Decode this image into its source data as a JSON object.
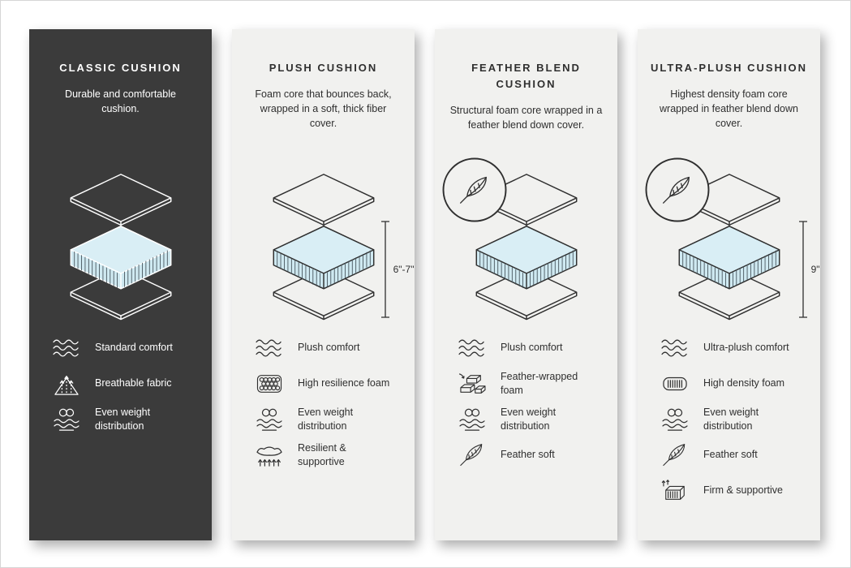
{
  "colors": {
    "dark_card": "#3b3b3b",
    "light_card": "#f1f1ef",
    "foam_blue": "#cfe9f1",
    "foam_top_blue": "#d9eef5",
    "hatch": "#44525a",
    "text_dark": "#2f2f2f",
    "text_light": "#ffffff"
  },
  "cards": [
    {
      "id": "classic",
      "theme": "dark",
      "title": "CLASSIC CUSHION",
      "description": "Durable and comfortable cushion.",
      "badge": null,
      "dimension": null,
      "features": [
        {
          "icon": "waves-icon",
          "label": "Standard comfort"
        },
        {
          "icon": "breathable-fabric-icon",
          "label": "Breathable fabric"
        },
        {
          "icon": "weight-distribution-icon",
          "label": "Even weight distribution"
        }
      ]
    },
    {
      "id": "plush",
      "theme": "light",
      "title": "PLUSH CUSHION",
      "description": "Foam core that bounces back, wrapped in a soft, thick fiber cover.",
      "badge": null,
      "dimension": "6\"-7\"",
      "features": [
        {
          "icon": "waves-icon",
          "label": "Plush comfort"
        },
        {
          "icon": "bubbles-foam-icon",
          "label": "High resilience foam"
        },
        {
          "icon": "weight-distribution-icon",
          "label": "Even weight distribution"
        },
        {
          "icon": "spring-support-icon",
          "label": "Resilient & supportive"
        }
      ]
    },
    {
      "id": "feather-blend",
      "theme": "light",
      "title": "FEATHER BLEND CUSHION",
      "description": "Structural foam core wrapped in a feather blend down cover.",
      "badge": "feather",
      "dimension": null,
      "features": [
        {
          "icon": "waves-icon",
          "label": "Plush comfort"
        },
        {
          "icon": "bricks-foam-icon",
          "label": "Feather-wrapped foam"
        },
        {
          "icon": "weight-distribution-icon",
          "label": "Even weight distribution"
        },
        {
          "icon": "feather-icon",
          "label": "Feather soft"
        }
      ]
    },
    {
      "id": "ultra-plush",
      "theme": "light",
      "title": "ULTRA-PLUSH CUSHION",
      "description": "Highest density foam core wrapped in feather blend down cover.",
      "badge": "feather",
      "dimension": "9\"",
      "features": [
        {
          "icon": "waves-icon",
          "label": "Ultra-plush comfort"
        },
        {
          "icon": "density-foam-icon",
          "label": "High density foam"
        },
        {
          "icon": "weight-distribution-icon",
          "label": "Even weight distribution"
        },
        {
          "icon": "feather-icon",
          "label": "Feather soft"
        },
        {
          "icon": "firm-support-icon",
          "label": "Firm & supportive"
        }
      ]
    }
  ]
}
